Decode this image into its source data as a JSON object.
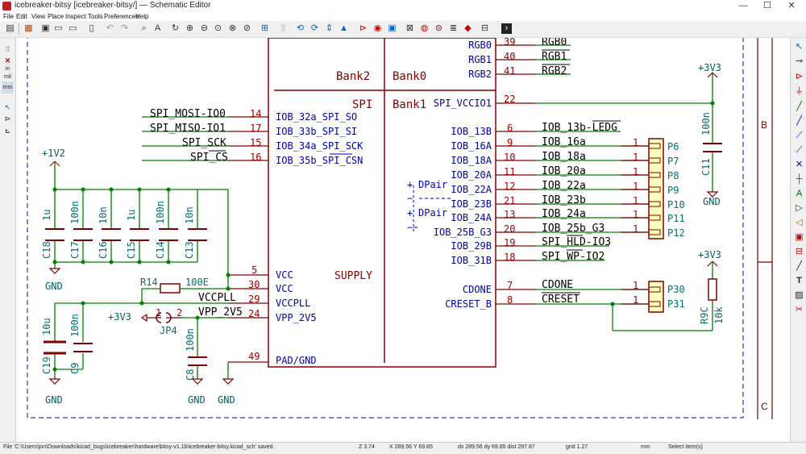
{
  "window": {
    "title": "icebreaker-bitsy [icebreaker-bitsy/] — Schematic Editor",
    "minimize": "—",
    "maximize": "☐",
    "close": "✕"
  },
  "menu": [
    "File",
    "Edit",
    "View",
    "Place",
    "Inspect",
    "Tools",
    "Preferences",
    "Help"
  ],
  "left_tools": {
    "grid": "⁞⁞",
    "in": "in",
    "mil": "mil",
    "mm": "mm",
    "cursor": "↖",
    "pin": "⊳",
    "edit": "⊾"
  },
  "status": {
    "message": "File 'C:\\Users\\jon\\Downloads\\kicad_bugs\\icebreaker\\hardware\\bitsy-v1.1b\\icebreaker-bitsy.kicad_sch' saved.",
    "zoom": "Z 3.74",
    "coords": "X 289.56  Y 69.85",
    "delta": "dx 289.56  dy 69.85  dist 297.87",
    "grid": "grid 1.27",
    "units": "mm",
    "selection": "Select item(s)"
  },
  "schematic": {
    "border_labels": [
      "B",
      "C"
    ],
    "banks": {
      "bank2": "Bank2",
      "bank0": "Bank0",
      "bank1": "Bank1",
      "spi": "SPI",
      "supply": "SUPPLY"
    },
    "left_pins": [
      {
        "name": "IOB_32a_SPI_SO",
        "num": "14",
        "net": "SPI_MOSI-IO0"
      },
      {
        "name": "IOB_33b_SPI_SI",
        "num": "17",
        "net": "SPI_MISO-IO1"
      },
      {
        "name": "IOB_34a_SPI_SCK",
        "num": "15",
        "net": "SPI_SCK"
      },
      {
        "name": "IOB_35b_SPI_CSN",
        "num": "16",
        "net": "SPI_CS"
      }
    ],
    "supply_pins": [
      {
        "name": "VCC",
        "num": "5"
      },
      {
        "name": "VCC",
        "num": "30"
      },
      {
        "name": "VCCPLL",
        "num": "29"
      },
      {
        "name": "VPP_2V5",
        "num": "24"
      },
      {
        "name": "PAD/GND",
        "num": "49"
      }
    ],
    "right_pins": [
      {
        "name": "RGB0",
        "num": "39",
        "net": "RGB0"
      },
      {
        "name": "RGB1",
        "num": "40",
        "net": "RGB1"
      },
      {
        "name": "RGB2",
        "num": "41",
        "net": "RGB2"
      },
      {
        "name": "SPI_VCCIO1",
        "num": "22",
        "net": ""
      },
      {
        "name": "IOB_13B",
        "num": "6",
        "net": "IOB_13b-LEDG"
      },
      {
        "name": "IOB_16A",
        "num": "9",
        "net": "IOB_16a"
      },
      {
        "name": "IOB_18A",
        "num": "10",
        "net": "IOB_18a"
      },
      {
        "name": "IOB_20A",
        "num": "11",
        "net": "IOB_20a"
      },
      {
        "name": "IOB_22A",
        "num": "12",
        "net": "IOB_22a"
      },
      {
        "name": "IOB_23B",
        "num": "21",
        "net": "IOB_23b"
      },
      {
        "name": "IOB_24A",
        "num": "13",
        "net": "IOB_24a"
      },
      {
        "name": "IOB_25B_G3",
        "num": "20",
        "net": "IOB_25b_G3"
      },
      {
        "name": "IOB_29B",
        "num": "19",
        "net": "SPI_HLD-IO3"
      },
      {
        "name": "IOB_31B",
        "num": "18",
        "net": "SPI_WP-IO2"
      },
      {
        "name": "CDONE",
        "num": "7",
        "net": "CDONE"
      },
      {
        "name": "CRESET_B",
        "num": "8",
        "net": "CRESET"
      }
    ],
    "connectors": [
      "P6",
      "P7",
      "P8",
      "P9",
      "P10",
      "P11",
      "P12"
    ],
    "connector_pin": "1",
    "connectors2": [
      "P30",
      "P31"
    ],
    "dpair": "DPair",
    "caps_top": [
      {
        "ref": "C18",
        "val": "1u"
      },
      {
        "ref": "C17",
        "val": "100n"
      },
      {
        "ref": "C16",
        "val": "10n"
      },
      {
        "ref": "C15",
        "val": "1u"
      },
      {
        "ref": "C14",
        "val": "100n"
      },
      {
        "ref": "C13",
        "val": "10n"
      }
    ],
    "power": {
      "v1v2": "+1V2",
      "v3v3": "+3V3",
      "gnd": "GND"
    },
    "r14": {
      "ref": "R14",
      "val": "100E"
    },
    "vccpll": "VCCPLL",
    "vpp2v5": "VPP_2V5",
    "jp4": {
      "ref": "JP4",
      "p1": "1",
      "p2": "2"
    },
    "c19": {
      "ref": "C19",
      "val": "10u"
    },
    "c9": {
      "ref": "C9",
      "val": "100n"
    },
    "c8": {
      "ref": "C8",
      "val": "100n"
    },
    "c11": {
      "ref": "C11",
      "val": "100n"
    },
    "r9c": {
      "ref": "R9C",
      "val": "10k"
    }
  }
}
